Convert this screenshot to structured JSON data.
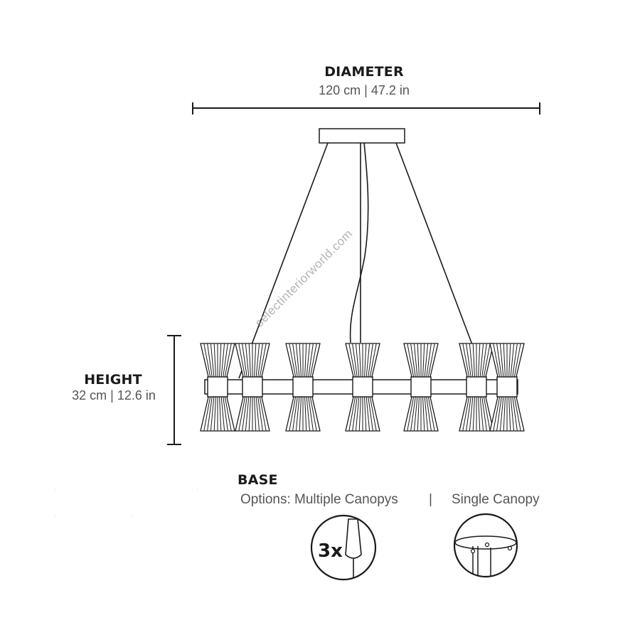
{
  "dimensions": {
    "diameter": {
      "title": "DIAMETER",
      "value": "120 cm | 47.2 in"
    },
    "height": {
      "title": "HEIGHT",
      "value": "32 cm | 12.6 in"
    }
  },
  "base": {
    "title": "BASE",
    "options_label": "Options: Multiple Canopys",
    "separator": "|",
    "single_label": "Single Canopy",
    "multiple_count": "3x"
  },
  "watermark": "selectinteriorworld.com",
  "fixture": {
    "shade_count": 7
  }
}
